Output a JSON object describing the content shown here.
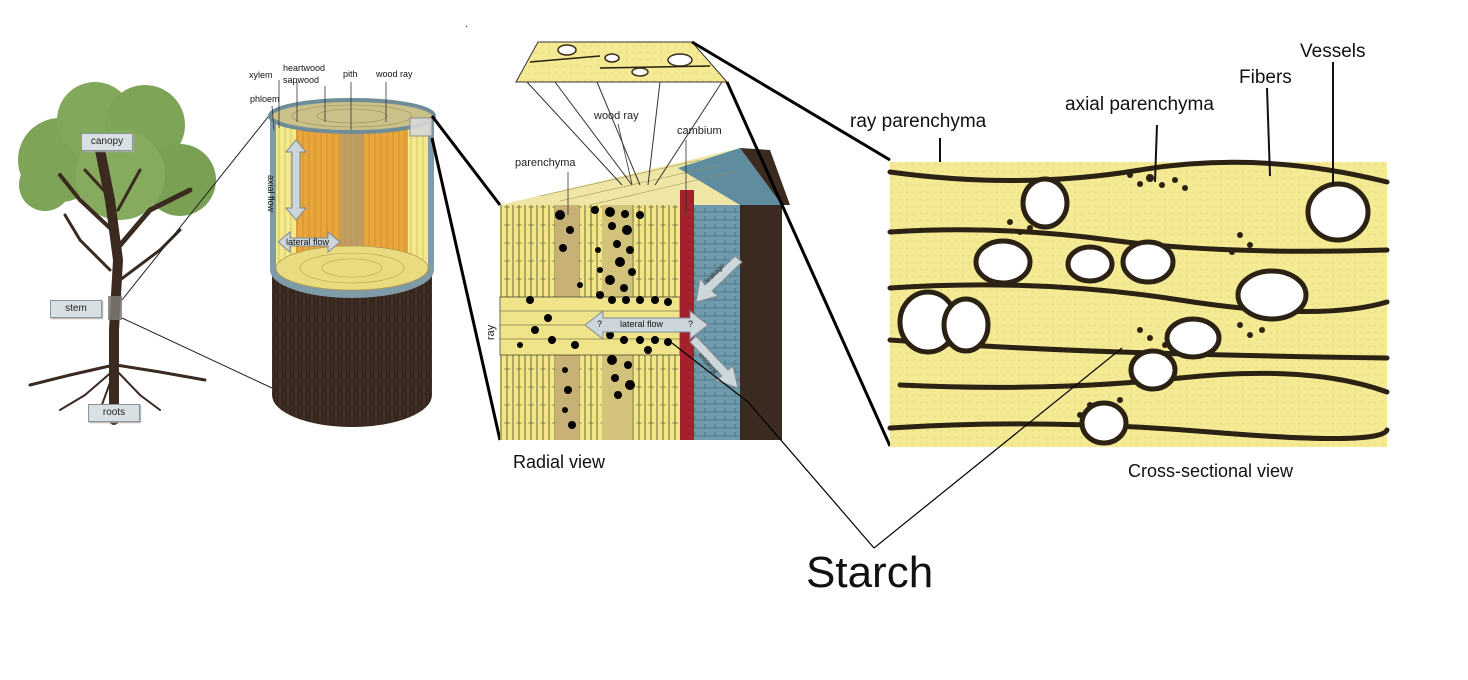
{
  "tree": {
    "canopy_label": "canopy",
    "stem_label": "stem",
    "roots_label": "roots"
  },
  "trunk": {
    "xylem": "xylem",
    "heartwood": "heartwood",
    "sapwood": "sapwood",
    "pith": "pith",
    "wood_ray": "wood ray",
    "phloem": "phloem",
    "axial_flow": "axial flow",
    "lateral_flow": "lateral flow"
  },
  "radial": {
    "wood_ray": "wood ray",
    "cambium": "cambium",
    "parenchyma": "parenchyma",
    "ray": "ray",
    "lateral_flow": "lateral flow",
    "question_left": "?",
    "question_right": "?",
    "leakage": "leakage",
    "retrieval": "retrieval",
    "caption": "Radial view"
  },
  "cross": {
    "vessels": "Vessels",
    "fibers": "Fibers",
    "axial_parenchyma": "axial parenchyma",
    "ray_parenchyma": "ray parenchyma",
    "caption": "Cross-sectional view"
  },
  "starch_label": "Starch",
  "colors": {
    "wood_yellow": "#f2e98a",
    "heartwood_orange": "#e8a83a",
    "phloem_blue": "#6c98aa",
    "cambium_red": "#a8202a",
    "bark_brown": "#3b2a20",
    "canopy_green": "#7fa55a",
    "micro_yellow": "#f5eb92"
  }
}
